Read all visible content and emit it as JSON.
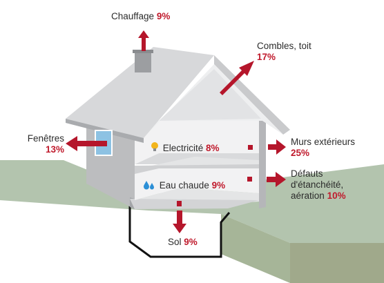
{
  "labels": {
    "chauffage": {
      "name": "Chauffage",
      "pct": "9%"
    },
    "combles": {
      "name": "Combles, toit",
      "pct": "17%"
    },
    "fenetres": {
      "name": "Fenêtres",
      "pct": "13%"
    },
    "electricite": {
      "name": "Electricité",
      "pct": "8%"
    },
    "murs": {
      "name": "Murs extérieurs",
      "pct": "25%"
    },
    "eau": {
      "name": "Eau chaude",
      "pct": "9%"
    },
    "defauts": {
      "line1": "Défauts",
      "line2": "d'étanchéité,",
      "line3": "aération",
      "pct": "10%"
    },
    "sol": {
      "name": "Sol",
      "pct": "9%"
    }
  },
  "colors": {
    "arrow": "#b5162b",
    "percent": "#c01a2c",
    "ground": "#b3c4ae",
    "wall": "#bcbdbf",
    "roof": "#d7d8da",
    "window": "#8dc2e3"
  },
  "icons": {
    "electricite": "light-bulb-icon",
    "eau": "water-drops-icon"
  }
}
